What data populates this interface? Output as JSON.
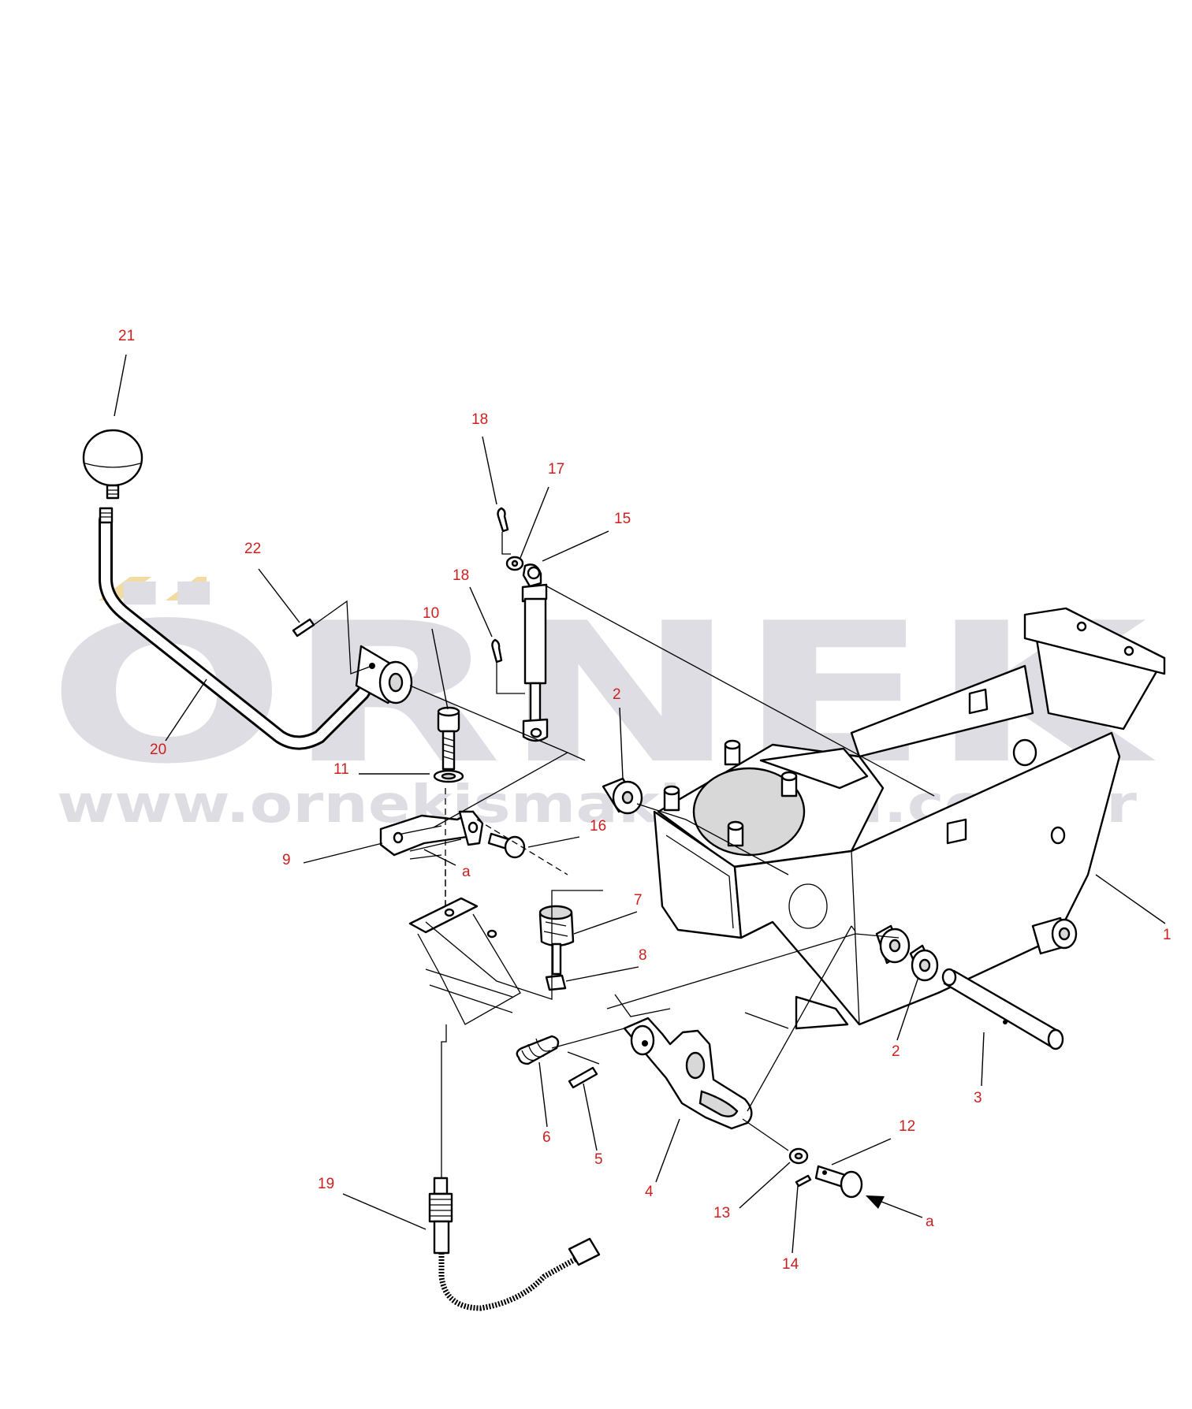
{
  "watermark": {
    "brand": "ÖRNEK",
    "website": "www.ornekismakinalari.com.tr",
    "brand_color": "#dedde3",
    "accent_color": "#f2dba0"
  },
  "colors": {
    "callout": "#cc1f1f",
    "line": "#000000"
  },
  "callouts": [
    {
      "id": "c1",
      "label": "1"
    },
    {
      "id": "c2a",
      "label": "2"
    },
    {
      "id": "c2b",
      "label": "2"
    },
    {
      "id": "c3",
      "label": "3"
    },
    {
      "id": "c4",
      "label": "4"
    },
    {
      "id": "c5",
      "label": "5"
    },
    {
      "id": "c6",
      "label": "6"
    },
    {
      "id": "c7",
      "label": "7"
    },
    {
      "id": "c8",
      "label": "8"
    },
    {
      "id": "c9",
      "label": "9"
    },
    {
      "id": "c10",
      "label": "10"
    },
    {
      "id": "c11",
      "label": "11"
    },
    {
      "id": "c12",
      "label": "12"
    },
    {
      "id": "c13",
      "label": "13"
    },
    {
      "id": "c14",
      "label": "14"
    },
    {
      "id": "c15",
      "label": "15"
    },
    {
      "id": "c16",
      "label": "16"
    },
    {
      "id": "c17",
      "label": "17"
    },
    {
      "id": "c18a",
      "label": "18"
    },
    {
      "id": "c18b",
      "label": "18"
    },
    {
      "id": "c19",
      "label": "19"
    },
    {
      "id": "c20",
      "label": "20"
    },
    {
      "id": "c21",
      "label": "21"
    },
    {
      "id": "c22",
      "label": "22"
    },
    {
      "id": "ca1",
      "label": "a"
    },
    {
      "id": "ca2",
      "label": "a"
    }
  ]
}
